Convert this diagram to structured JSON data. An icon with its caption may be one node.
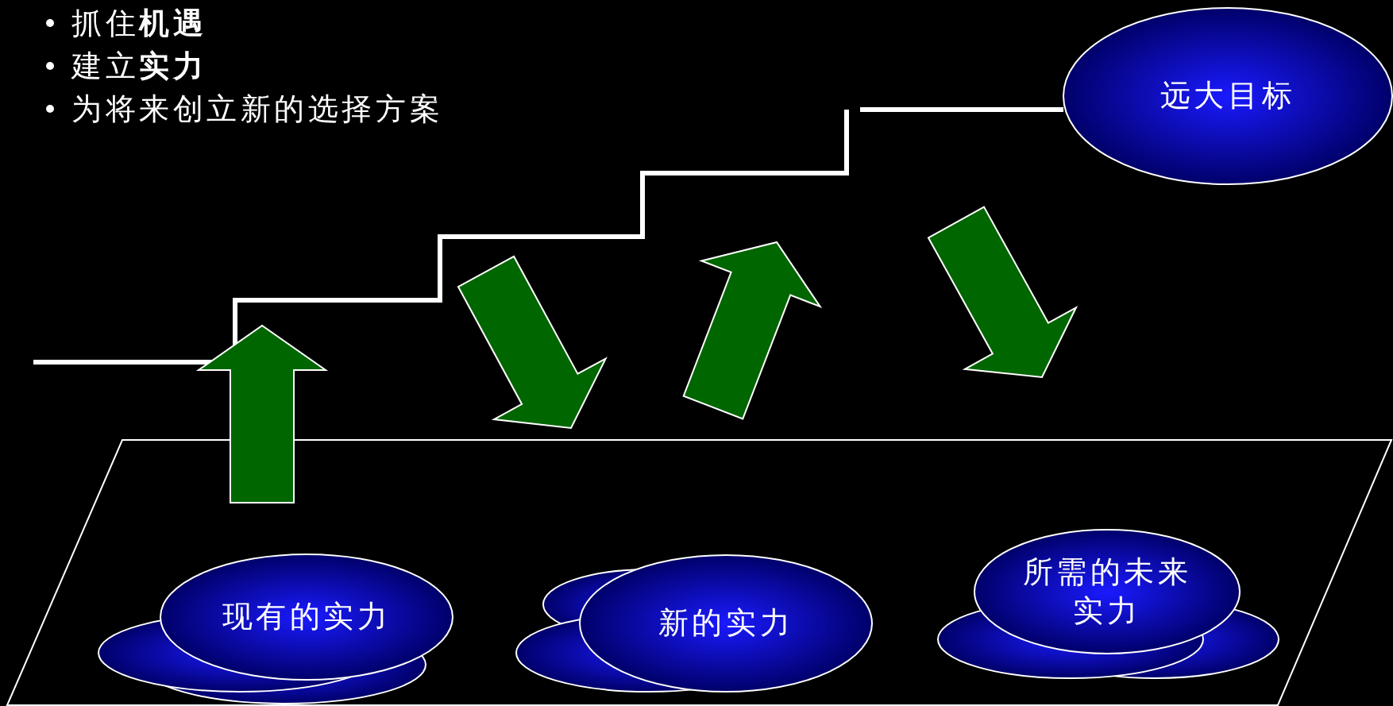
{
  "diagram": {
    "nodes": [
      {
        "text": [
          "远大目标"
        ]
      },
      {
        "text": [
          "现有的实力"
        ]
      },
      {
        "text": [
          "新的实力"
        ]
      },
      {
        "text": [
          "所需的未来实力"
        ]
      }
    ],
    "labels": [
      "抓住**机遇**",
      "建立**实力**",
      "为将来创立新的选择方案"
    ]
  }
}
